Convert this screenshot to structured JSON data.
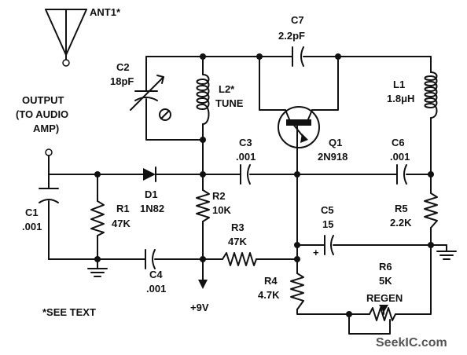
{
  "labels": {
    "ant1": "ANT1*",
    "output_1": "OUTPUT",
    "output_2": "(TO AUDIO",
    "output_3": "AMP)",
    "c1_name": "C1",
    "c1_value": ".001",
    "r1_name": "R1",
    "r1_value": "47K",
    "d1_name": "D1",
    "d1_value": "1N82",
    "c2_name": "C2",
    "c2_value": "18pF",
    "l2_name": "L2*",
    "l2_value": "TUNE",
    "r2_name": "R2",
    "r2_value": "10K",
    "c3_name": "C3",
    "c3_value": ".001",
    "c4_name": "C4",
    "c4_value": ".001",
    "r3_name": "R3",
    "r3_value": "47K",
    "r4_name": "R4",
    "r4_value": "4.7K",
    "supply": "+9V",
    "c7_name": "C7",
    "c7_value": "2.2pF",
    "q1_name": "Q1",
    "q1_value": "2N918",
    "l1_name": "L1",
    "l1_value": "1.8μH",
    "c6_name": "C6",
    "c6_value": ".001",
    "r5_name": "R5",
    "r5_value": "2.2K",
    "c5_name": "C5",
    "c5_value": "15",
    "c5_polarity": "+",
    "r6_name": "R6",
    "r6_value": "5K",
    "r6_function": "REGEN",
    "footnote": "*SEE TEXT",
    "watermark": "SeekIC.com"
  }
}
